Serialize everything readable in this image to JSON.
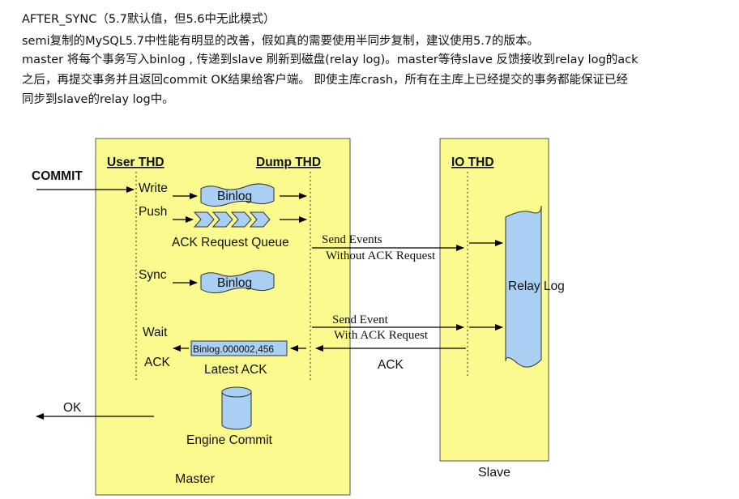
{
  "text": {
    "title": "AFTER_SYNC（5.7默认值，但5.6中无此模式）",
    "line1": "semi复制的MySQL5.7中性能有明显的改善，假如真的需要使用半同步复制，建议使用5.7的版本。",
    "line2": "master 将每个事务写入binlog , 传递到slave 刷新到磁盘(relay log)。master等待slave 反馈接收到relay log的ack",
    "line3": "之后，再提交事务并且返回commit OK结果给客户端。 即使主库crash，所有在主库上已经提交的事务都能保证已经",
    "line4": "同步到slave的relay log中。"
  },
  "diagram": {
    "commit": "COMMIT",
    "user_thd": "User THD",
    "dump_thd": "Dump THD",
    "io_thd": "IO THD",
    "write": "Write",
    "binlog_top": "Binlog",
    "push": "Push",
    "ack_request_queue": "ACK Request Queue",
    "send_events": "Send Events",
    "without_ack_request": "Without ACK Request",
    "relay_log": "Relay Log",
    "sync": "Sync",
    "binlog_mid": "Binlog",
    "send_event": "Send Event",
    "with_ack_request": "With ACK Request",
    "wait": "Wait",
    "ack_left": "ACK",
    "binlog_pos": "Binlog.000002,456",
    "latest_ack": "Latest ACK",
    "ack_right": "ACK",
    "ok": "OK",
    "engine_commit": "Engine Commit",
    "master": "Master",
    "slave": "Slave",
    "colors": {
      "panel": "#fafa8f",
      "box_blue": "#a9cff2",
      "relay_fill": "#a9cff2"
    }
  }
}
